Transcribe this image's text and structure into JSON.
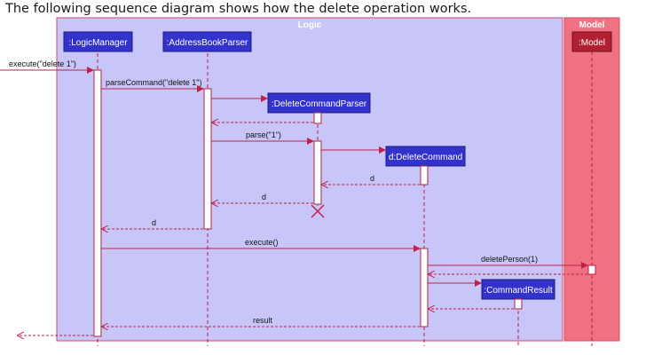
{
  "caption": "The following sequence diagram shows how the delete operation works.",
  "frames": {
    "logic_title": "Logic",
    "model_title": "Model"
  },
  "participants": {
    "logic_manager": ":LogicManager",
    "parser": ":AddressBookParser",
    "delete_parser": ":DeleteCommandParser",
    "delete_command": "d:DeleteCommand",
    "command_result": ":CommandResult",
    "model": ":Model"
  },
  "messages": {
    "execute_delete": "execute(\"delete 1\")",
    "parse_command": "parseCommand(\"delete 1\")",
    "parse": "parse(\"1\")",
    "return_d_1": "d",
    "return_d_2": "d",
    "return_d_3": "d",
    "execute": "execute()",
    "delete_person": "deletePerson(1)",
    "result": "result"
  },
  "colors": {
    "logic_bg": "#c8c6f8",
    "logic_border": "#d04a6a",
    "model_bg": "#f07282",
    "participant_fill": "#3333cc",
    "model_box_fill": "#b02030",
    "arrow": "#c0204a",
    "lifeline": "#b02040"
  }
}
